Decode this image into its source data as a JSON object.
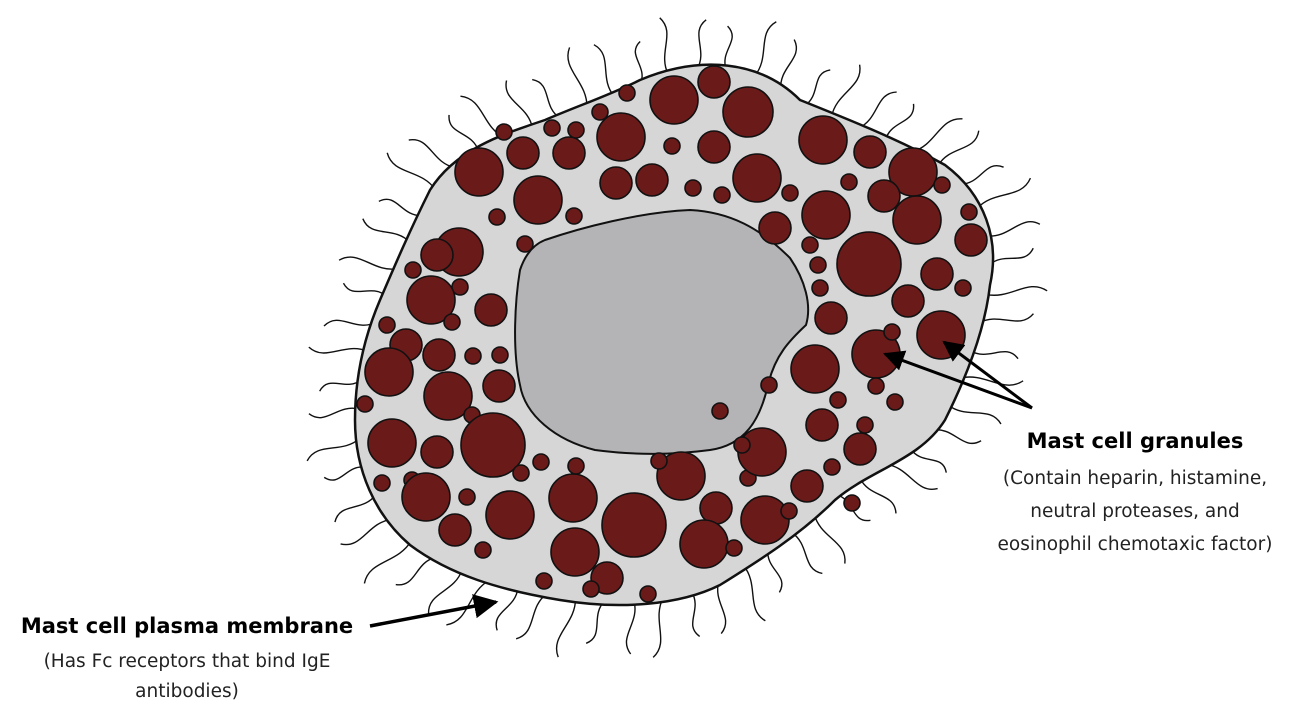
{
  "colors": {
    "cytoplasm": "#d6d6d6",
    "nucleus": "#b4b4b6",
    "granule": "#6b1a1a",
    "outline": "#111111"
  },
  "labels": {
    "granules": {
      "title": "Mast cell granules",
      "desc_lines": [
        "(Contain heparin, histamine,",
        "neutral proteases, and",
        "eosinophil chemotaxic factor)"
      ]
    },
    "membrane": {
      "title": "Mast cell plasma membrane",
      "desc_lines": [
        "(Has Fc receptors that bind IgE",
        "antibodies)"
      ]
    }
  }
}
